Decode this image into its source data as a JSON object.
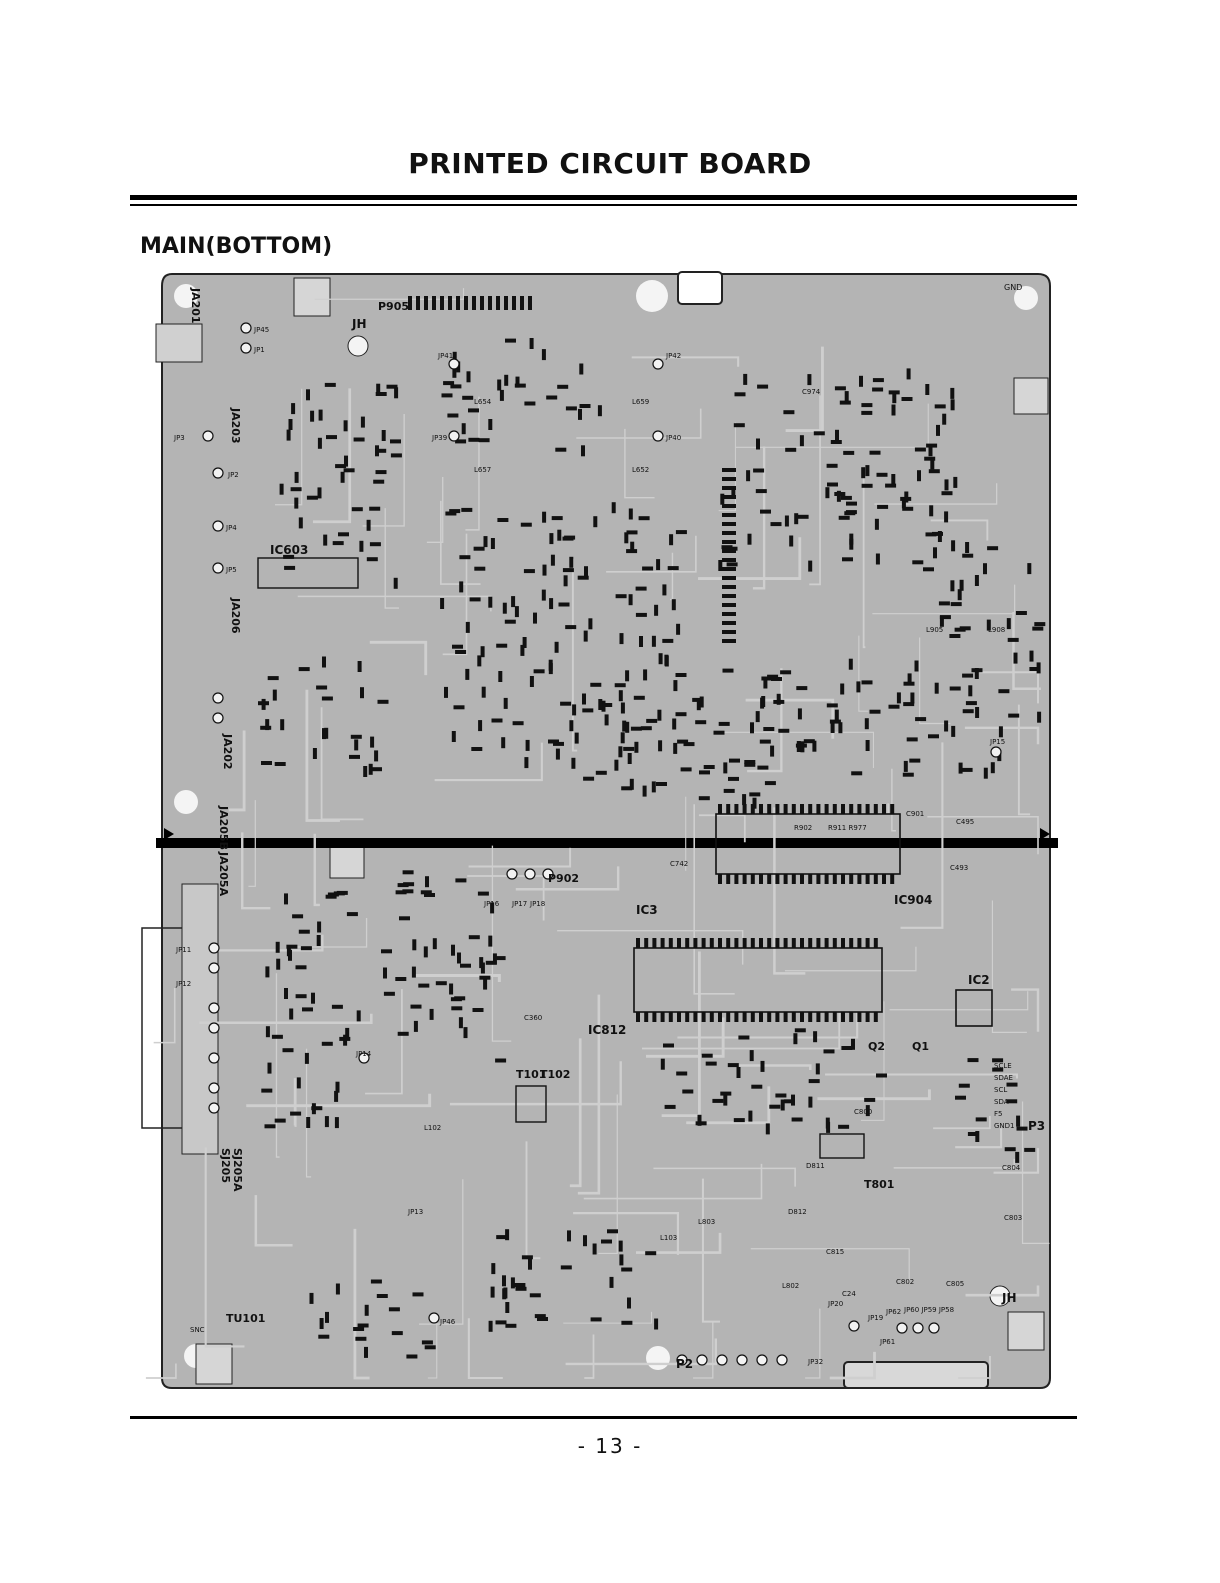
{
  "document": {
    "title": "PRINTED CIRCUIT BOARD",
    "section": "MAIN(BOTTOM)",
    "page_number": "- 13 -"
  },
  "board": {
    "top_labels": [
      {
        "id": "ja201",
        "text": "JA201"
      },
      {
        "id": "ja203",
        "text": "JA203"
      },
      {
        "id": "ja206",
        "text": "JA206"
      },
      {
        "id": "ja202",
        "text": "JA202"
      },
      {
        "id": "ja205b",
        "text": "JA205B"
      },
      {
        "id": "p905",
        "text": "P905"
      },
      {
        "id": "jh-top",
        "text": "JH"
      },
      {
        "id": "ic603",
        "text": "IC603"
      },
      {
        "id": "gnd",
        "text": "GND"
      },
      {
        "id": "jp45",
        "text": "JP45"
      },
      {
        "id": "jp1",
        "text": "JP1"
      },
      {
        "id": "jp3",
        "text": "JP3"
      },
      {
        "id": "jp2",
        "text": "JP2"
      },
      {
        "id": "jp4",
        "text": "JP4"
      },
      {
        "id": "jp5",
        "text": "JP5"
      },
      {
        "id": "jp41",
        "text": "JP41"
      },
      {
        "id": "jp42",
        "text": "JP42"
      },
      {
        "id": "jp39",
        "text": "JP39"
      },
      {
        "id": "jp40",
        "text": "JP40"
      },
      {
        "id": "jp15",
        "text": "JP15"
      },
      {
        "id": "l654",
        "text": "L654"
      },
      {
        "id": "l659",
        "text": "L659"
      },
      {
        "id": "l657",
        "text": "L657"
      },
      {
        "id": "l652",
        "text": "L652"
      },
      {
        "id": "c974",
        "text": "C974"
      },
      {
        "id": "c901",
        "text": "C901"
      },
      {
        "id": "c495",
        "text": "C495"
      },
      {
        "id": "r902",
        "text": "R902"
      },
      {
        "id": "r911",
        "text": "R911 R977"
      },
      {
        "id": "l905",
        "text": "L905"
      },
      {
        "id": "l908",
        "text": "L908"
      }
    ],
    "bottom_labels": [
      {
        "id": "ja205a",
        "text": "JA205A"
      },
      {
        "id": "p902",
        "text": "P902"
      },
      {
        "id": "ic3",
        "text": "IC3"
      },
      {
        "id": "ic904",
        "text": "IC904"
      },
      {
        "id": "ic2",
        "text": "IC2"
      },
      {
        "id": "ic812",
        "text": "IC812"
      },
      {
        "id": "q2",
        "text": "Q2"
      },
      {
        "id": "q1",
        "text": "Q1"
      },
      {
        "id": "p3",
        "text": "P3"
      },
      {
        "id": "t801",
        "text": "T801"
      },
      {
        "id": "t101",
        "text": "T101"
      },
      {
        "id": "t102",
        "text": "T102"
      },
      {
        "id": "sj205a",
        "text": "SJ205A"
      },
      {
        "id": "sj205",
        "text": "SJ205"
      },
      {
        "id": "tu101",
        "text": "TU101"
      },
      {
        "id": "snc",
        "text": "SNC"
      },
      {
        "id": "jh-bottom",
        "text": "JH"
      },
      {
        "id": "p2",
        "text": "P2"
      },
      {
        "id": "jp11",
        "text": "JP11"
      },
      {
        "id": "jp12",
        "text": "JP12"
      },
      {
        "id": "jp13",
        "text": "JP13"
      },
      {
        "id": "jp14",
        "text": "JP14"
      },
      {
        "id": "jp16",
        "text": "JP16"
      },
      {
        "id": "jp17",
        "text": "JP17"
      },
      {
        "id": "jp18",
        "text": "JP18"
      },
      {
        "id": "jp46",
        "text": "JP46"
      },
      {
        "id": "jp32",
        "text": "JP32"
      },
      {
        "id": "jp20",
        "text": "JP20"
      },
      {
        "id": "jp19",
        "text": "JP19"
      },
      {
        "id": "jp62",
        "text": "JP62"
      },
      {
        "id": "jp61",
        "text": "JP61"
      },
      {
        "id": "jp60",
        "text": "JP60 JP59 JP58"
      },
      {
        "id": "l102",
        "text": "L102"
      },
      {
        "id": "l103",
        "text": "L103"
      },
      {
        "id": "l803",
        "text": "L803"
      },
      {
        "id": "l802",
        "text": "L802"
      },
      {
        "id": "d811",
        "text": "D811"
      },
      {
        "id": "d812",
        "text": "D812"
      },
      {
        "id": "c800",
        "text": "C800"
      },
      {
        "id": "c804",
        "text": "C804"
      },
      {
        "id": "c803",
        "text": "C803"
      },
      {
        "id": "c815",
        "text": "C815"
      },
      {
        "id": "c24",
        "text": "C24"
      },
      {
        "id": "c802",
        "text": "C802"
      },
      {
        "id": "c805",
        "text": "C805"
      },
      {
        "id": "c360",
        "text": "C360"
      },
      {
        "id": "c742",
        "text": "C742"
      },
      {
        "id": "c493",
        "text": "C493"
      },
      {
        "id": "sig-scle",
        "text": "SCLE"
      },
      {
        "id": "sig-sdae",
        "text": "SDAE"
      },
      {
        "id": "sig-scl",
        "text": "SCL"
      },
      {
        "id": "sig-sda",
        "text": "SDA"
      },
      {
        "id": "sig-f5",
        "text": "F5"
      },
      {
        "id": "sig-gnd1",
        "text": "GND1"
      }
    ]
  },
  "colors": {
    "board": "#b4b4b4",
    "copper": "#cfcfcf",
    "silkscreen": "#111111",
    "pad": "#f2f2f2",
    "divider": "#000000"
  }
}
